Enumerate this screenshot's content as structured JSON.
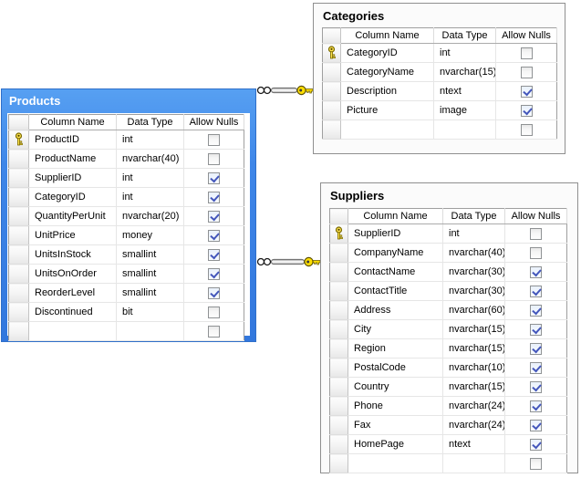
{
  "diagram": {
    "icons": {
      "primary_key": "key-icon",
      "many_end": "infinity-icon",
      "one_end": "key-icon"
    },
    "tables": [
      {
        "id": "products",
        "title": "Products",
        "selected": true,
        "headers": [
          "Column Name",
          "Data Type",
          "Allow Nulls"
        ],
        "rows": [
          {
            "name": "ProductID",
            "type": "int",
            "nulls": false,
            "pk": true
          },
          {
            "name": "ProductName",
            "type": "nvarchar(40)",
            "nulls": false
          },
          {
            "name": "SupplierID",
            "type": "int",
            "nulls": true
          },
          {
            "name": "CategoryID",
            "type": "int",
            "nulls": true
          },
          {
            "name": "QuantityPerUnit",
            "type": "nvarchar(20)",
            "nulls": true
          },
          {
            "name": "UnitPrice",
            "type": "money",
            "nulls": true
          },
          {
            "name": "UnitsInStock",
            "type": "smallint",
            "nulls": true
          },
          {
            "name": "UnitsOnOrder",
            "type": "smallint",
            "nulls": true
          },
          {
            "name": "ReorderLevel",
            "type": "smallint",
            "nulls": true
          },
          {
            "name": "Discontinued",
            "type": "bit",
            "nulls": false
          },
          {
            "name": "",
            "type": "",
            "nulls": false,
            "empty": true
          }
        ]
      },
      {
        "id": "categories",
        "title": "Categories",
        "selected": false,
        "headers": [
          "Column Name",
          "Data Type",
          "Allow Nulls"
        ],
        "rows": [
          {
            "name": "CategoryID",
            "type": "int",
            "nulls": false,
            "pk": true
          },
          {
            "name": "CategoryName",
            "type": "nvarchar(15)",
            "nulls": false
          },
          {
            "name": "Description",
            "type": "ntext",
            "nulls": true
          },
          {
            "name": "Picture",
            "type": "image",
            "nulls": true
          },
          {
            "name": "",
            "type": "",
            "nulls": false,
            "empty": true
          }
        ]
      },
      {
        "id": "suppliers",
        "title": "Suppliers",
        "selected": false,
        "headers": [
          "Column Name",
          "Data Type",
          "Allow Nulls"
        ],
        "rows": [
          {
            "name": "SupplierID",
            "type": "int",
            "nulls": false,
            "pk": true
          },
          {
            "name": "CompanyName",
            "type": "nvarchar(40)",
            "nulls": false
          },
          {
            "name": "ContactName",
            "type": "nvarchar(30)",
            "nulls": true
          },
          {
            "name": "ContactTitle",
            "type": "nvarchar(30)",
            "nulls": true
          },
          {
            "name": "Address",
            "type": "nvarchar(60)",
            "nulls": true
          },
          {
            "name": "City",
            "type": "nvarchar(15)",
            "nulls": true
          },
          {
            "name": "Region",
            "type": "nvarchar(15)",
            "nulls": true
          },
          {
            "name": "PostalCode",
            "type": "nvarchar(10)",
            "nulls": true
          },
          {
            "name": "Country",
            "type": "nvarchar(15)",
            "nulls": true
          },
          {
            "name": "Phone",
            "type": "nvarchar(24)",
            "nulls": true
          },
          {
            "name": "Fax",
            "type": "nvarchar(24)",
            "nulls": true
          },
          {
            "name": "HomePage",
            "type": "ntext",
            "nulls": true
          },
          {
            "name": "",
            "type": "",
            "nulls": false,
            "empty": true
          }
        ]
      }
    ],
    "connectors": [
      {
        "many_end_table": "Products",
        "one_end_table": "Categories"
      },
      {
        "many_end_table": "Products",
        "one_end_table": "Suppliers"
      }
    ],
    "colors": {
      "selected_table": "#3e86e8",
      "window_border": "#8f8f8f",
      "check_mark": "#4457bb",
      "key_gold": "#ffdf00"
    }
  }
}
